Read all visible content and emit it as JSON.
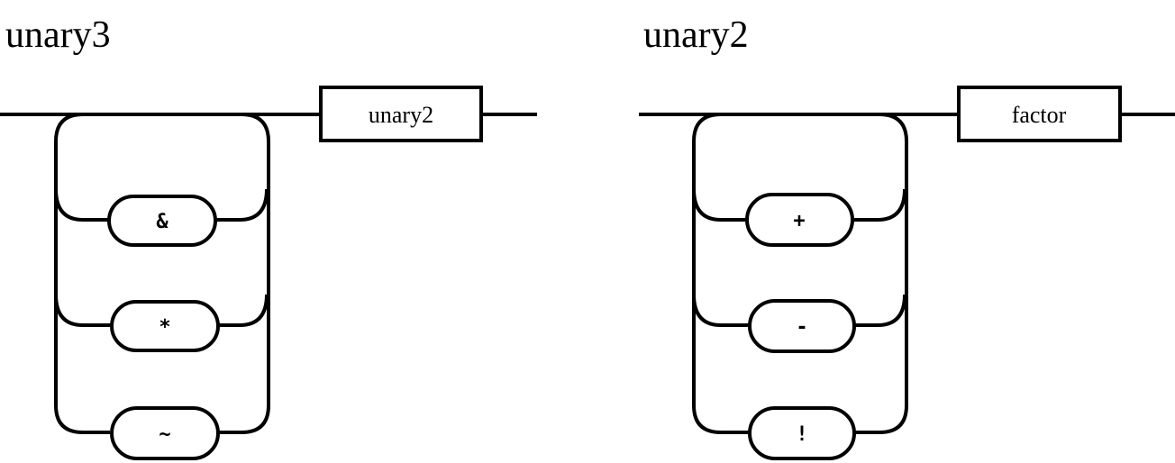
{
  "diagrams": [
    {
      "title": "unary3",
      "choices": [
        "&",
        "*",
        "~"
      ],
      "nonterminal": "unary2"
    },
    {
      "title": "unary2",
      "choices": [
        "+",
        "-",
        "!"
      ],
      "nonterminal": "factor"
    }
  ]
}
